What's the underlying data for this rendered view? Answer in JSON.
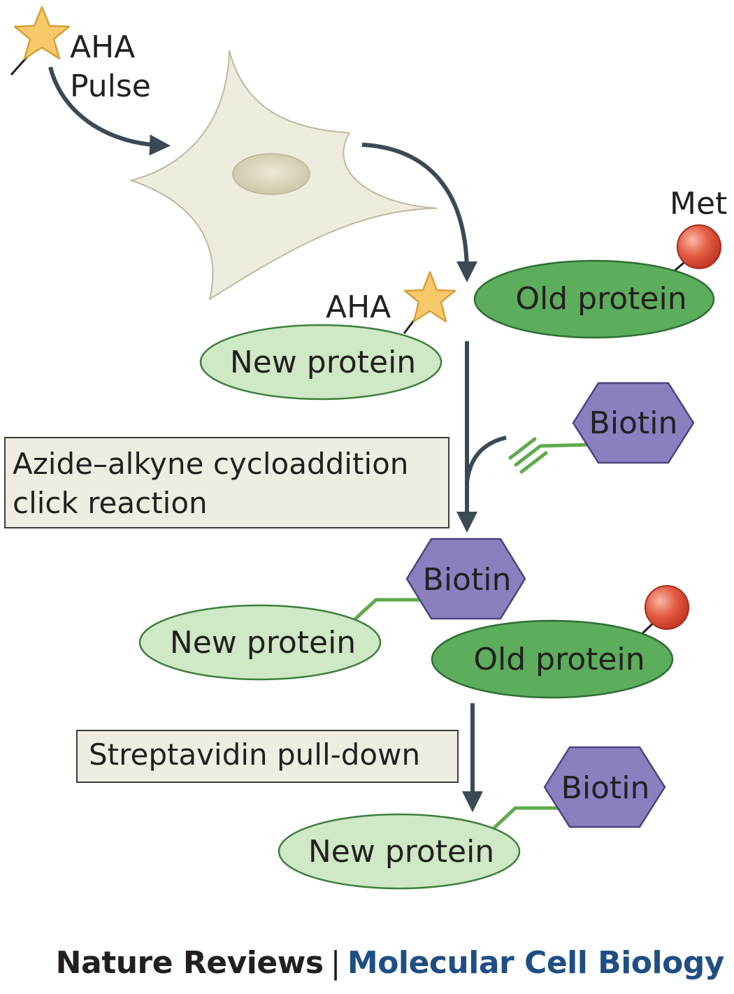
{
  "colors": {
    "arrow": "#3a4a55",
    "new_protein_fill": "#cfe8c5",
    "old_protein_fill": "#5cad5c",
    "biotin_fill": "#8b7fc0",
    "star_fill": "#f7c96a",
    "met_fill": "#e05a45",
    "cell_fill": "#eeecdf",
    "nucleus_fill": "#d3cfb4",
    "box_fill": "#efede2",
    "linker": "#5faa4f",
    "journal_text": "#231f20",
    "subject_text": "#1f4e85"
  },
  "labels": {
    "aha_top": "AHA",
    "pulse": "Pulse",
    "met": "Met",
    "aha_mid": "AHA",
    "old_protein": "Old protein",
    "new_protein": "New protein",
    "biotin": "Biotin"
  },
  "steps": {
    "click_line1": "Azide–alkyne cycloaddition",
    "click_line2": "click reaction",
    "pulldown": "Streptavidin pull-down"
  },
  "footer": {
    "journal": "Nature Reviews",
    "separator": "|",
    "subject": "Molecular Cell Biology"
  },
  "icons": [
    "aha-star-icon",
    "met-sphere-icon",
    "alkyne-icon",
    "cell-icon",
    "nucleus-icon"
  ]
}
